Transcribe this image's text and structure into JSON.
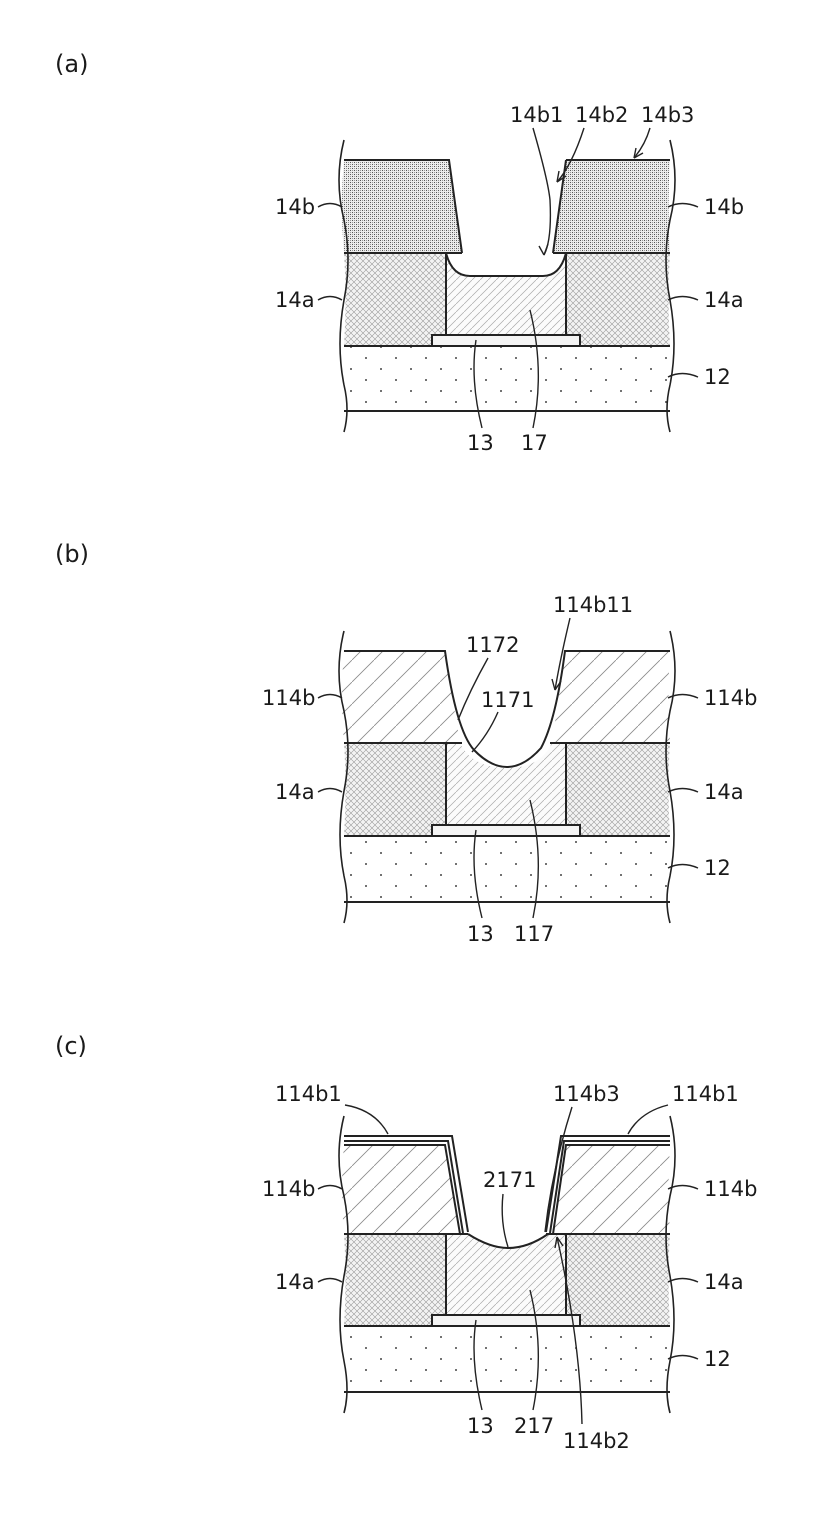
{
  "panels": [
    {
      "id": "a",
      "panel_label": "(a)",
      "labels": {
        "upper_left": "14b",
        "upper_right": "14b",
        "mid_left": "14a",
        "mid_right": "14a",
        "substrate": "12",
        "electrode": "13",
        "fill": "17",
        "top1": "14b1",
        "top2": "14b2",
        "top3": "14b3"
      }
    },
    {
      "id": "b",
      "panel_label": "(b)",
      "labels": {
        "upper_left": "114b",
        "upper_right": "114b",
        "mid_left": "14a",
        "mid_right": "14a",
        "substrate": "12",
        "electrode": "13",
        "fill": "117",
        "top1": "114b11",
        "inner1": "1172",
        "inner2": "1171"
      }
    },
    {
      "id": "c",
      "panel_label": "(c)",
      "labels": {
        "upper_left": "114b",
        "upper_right": "114b",
        "mid_left": "14a",
        "mid_right": "14a",
        "substrate": "12",
        "electrode": "13",
        "fill": "217",
        "top_left": "114b1",
        "top_right": "114b1",
        "top_mid": "114b3",
        "inner": "2171",
        "bottom": "114b2"
      }
    }
  ]
}
